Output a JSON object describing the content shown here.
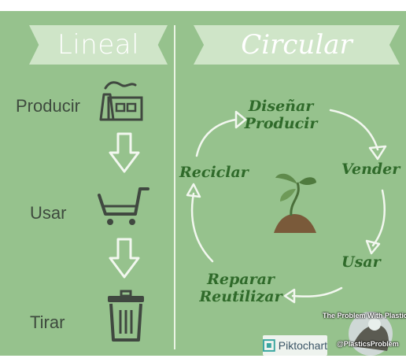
{
  "left": {
    "title": "Lineal",
    "steps": [
      {
        "label": "Producir",
        "icon": "factory-icon"
      },
      {
        "label": "Usar",
        "icon": "cart-icon"
      },
      {
        "label": "Tirar",
        "icon": "trash-icon"
      }
    ]
  },
  "right": {
    "title": "Circular",
    "cycle": [
      {
        "label": "Diseñar\nProducir"
      },
      {
        "label": "Vender"
      },
      {
        "label": "Usar"
      },
      {
        "label": "Reparar\nReutilizar"
      },
      {
        "label": "Reciclar"
      }
    ],
    "center_icon": "sprout-icon"
  },
  "footer": {
    "pikto_label": "Piktochart",
    "credit_title": "The Problem With Plastic",
    "credit_handle": "@PlasticsProblem"
  },
  "colors": {
    "background": "#96c28d",
    "ribbon": "#cfe5c8",
    "cycle_text": "#2f6a2a",
    "icon": "#404840"
  }
}
